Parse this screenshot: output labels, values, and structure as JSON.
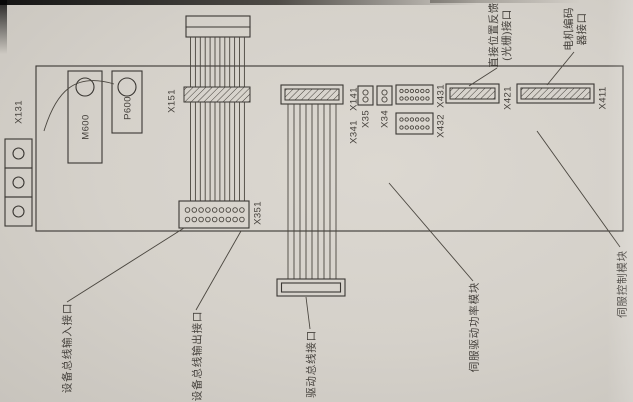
{
  "paper": {
    "background": "#d5d1ca",
    "ink": "#3a3733"
  },
  "module": {
    "connectors": {
      "x131": "X131",
      "m600": "M600",
      "p600": "P600",
      "x151": "X151",
      "x351": "X351",
      "x141": "X141",
      "x341": "X341",
      "x35": "X35",
      "x34": "X34",
      "x431": "X431",
      "x432": "X432",
      "x421": "X421",
      "x411": "X411"
    }
  },
  "callouts": {
    "direct_position_feedback": {
      "line1": "直接位置反馈",
      "line2": "(光栅)接口"
    },
    "motor_encoder": {
      "line1": "电机编码",
      "line2": "器接口"
    },
    "device_bus_input": "设备总线输入接口",
    "device_bus_output": "设备总线输出接口",
    "drive_bus": "驱动总线接口",
    "servo_drive_power_module": "伺服驱动功率模块",
    "servo_control_module": "伺服控制模块"
  }
}
